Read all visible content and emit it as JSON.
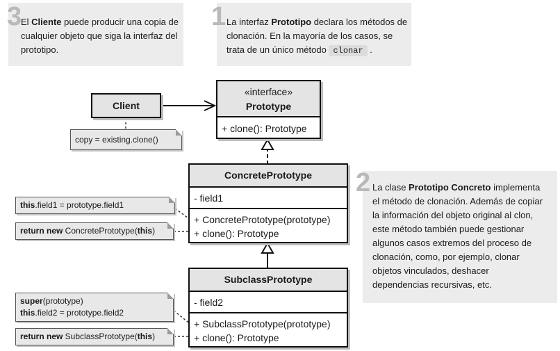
{
  "callouts": [
    {
      "number": "3",
      "pre": "El ",
      "bold": "Cliente",
      "rest": " puede producir una copia de cualquier objeto que siga la interfaz del prototipo."
    },
    {
      "number": "1",
      "pre": "La interfaz ",
      "bold": "Prototipo",
      "rest": " declara los métodos de clonación. En la mayoría de los casos, se trata de un único método",
      "code": "clonar",
      "after": "."
    },
    {
      "number": "2",
      "pre": "La clase ",
      "bold": "Prototipo Concreto",
      "rest": " implementa el método de clonación. Además de copiar la información del objeto original al clon, este método también puede gestionar algunos casos extremos del proceso de clonación, como, por ejemplo, clonar objetos vinculados, deshacer dependencias recursivas, etc."
    }
  ],
  "classes": {
    "client": {
      "name": "Client"
    },
    "prototype": {
      "stereotype": "«interface»",
      "name": "Prototype",
      "methods": [
        "+ clone(): Prototype"
      ]
    },
    "concrete": {
      "name": "ConcretePrototype",
      "fields": [
        "- field1"
      ],
      "methods": [
        "+ ConcretePrototype(prototype)",
        "+ clone(): Prototype"
      ]
    },
    "subclass": {
      "name": "SubclassPrototype",
      "fields": [
        "- field2"
      ],
      "methods": [
        "+ SubclassPrototype(prototype)",
        "+ clone(): Prototype"
      ]
    }
  },
  "notes": {
    "client_copy": "copy = existing.clone()",
    "concrete_ctor": {
      "kw": "this",
      "text": ".field1 = prototype.field1"
    },
    "concrete_clone": {
      "kw1": "return new",
      "mid": " ConcretePrototype(",
      "kw2": "this",
      "end": ")"
    },
    "subclass_ctor_l1": {
      "kw": "super",
      "text": "(prototype)"
    },
    "subclass_ctor_l2": {
      "kw": "this",
      "text": ".field2 = prototype.field2"
    },
    "subclass_clone": {
      "kw1": "return new",
      "mid": " SubclassPrototype(",
      "kw2": "this",
      "end": ")"
    }
  }
}
